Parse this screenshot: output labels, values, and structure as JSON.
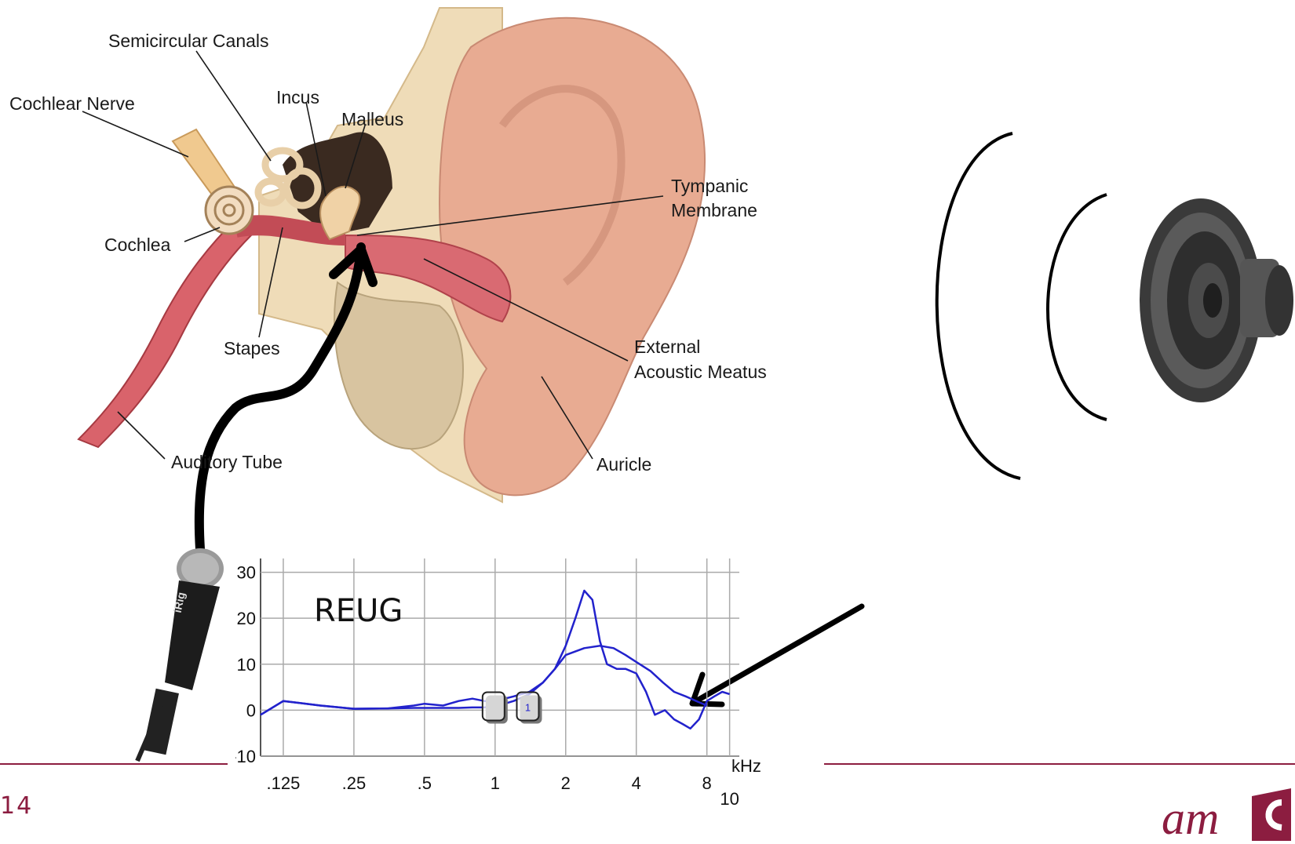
{
  "anatomy": {
    "labels": {
      "semicircular_canals": "Semicircular Canals",
      "cochlear_nerve": "Cochlear Nerve",
      "incus": "Incus",
      "malleus": "Malleus",
      "tympanic_membrane_1": "Tympanic",
      "tympanic_membrane_2": "Membrane",
      "cochlea": "Cochlea",
      "stapes": "Stapes",
      "external_meatus_1": "External",
      "external_meatus_2": "Acoustic Meatus",
      "auditory_tube": "Auditory Tube",
      "auricle": "Auricle"
    }
  },
  "microphone": {
    "brand": "iRig"
  },
  "slide": {
    "number": "14"
  },
  "logo": {
    "text": "am"
  },
  "colors": {
    "accent": "#8c1d40",
    "curve": "#2222cc",
    "arrow": "#000000"
  },
  "chart_data": {
    "type": "line",
    "title": "REUG",
    "xlabel": "kHz",
    "ylabel": "",
    "x_scale": "log",
    "x_ticks": [
      ".125",
      ".25",
      ".5",
      "1",
      "2",
      "4",
      "8",
      "10"
    ],
    "x_tick_values": [
      0.125,
      0.25,
      0.5,
      1,
      2,
      4,
      8,
      10
    ],
    "y_ticks": [
      "30",
      "20",
      "10",
      "0",
      "-10"
    ],
    "y_tick_values": [
      30,
      20,
      10,
      0,
      -10
    ],
    "ylim": [
      -10,
      33
    ],
    "xlim": [
      0.1,
      11
    ],
    "grid": true,
    "markers": [
      "",
      "1"
    ],
    "marker_x": [
      1.0,
      1.4
    ],
    "series": [
      {
        "x": [
          0.1,
          0.125,
          0.18,
          0.25,
          0.35,
          0.45,
          0.5,
          0.6,
          0.7,
          0.8,
          0.9,
          1.0,
          1.2,
          1.4,
          1.6,
          1.8,
          2.0,
          2.2,
          2.4,
          2.6,
          2.8,
          3.0,
          3.3,
          3.6,
          4.0,
          4.4,
          4.8,
          5.3,
          5.8,
          6.3,
          6.8,
          7.4,
          8.0,
          8.6,
          9.3,
          10.0
        ],
        "y": [
          -1,
          2,
          1,
          0.3,
          0.4,
          1,
          1.4,
          1,
          2,
          2.5,
          2,
          2,
          3,
          4,
          6,
          9,
          14,
          20,
          26,
          24,
          15,
          10,
          9,
          9,
          8,
          4,
          -1,
          0,
          -2,
          -3,
          -4,
          -2,
          2,
          3,
          4,
          3.5
        ]
      },
      {
        "x": [
          0.1,
          0.125,
          0.18,
          0.25,
          0.35,
          0.45,
          0.5,
          0.6,
          0.7,
          0.8,
          0.9,
          1.0,
          1.2,
          1.4,
          1.6,
          1.8,
          2.0,
          2.4,
          2.8,
          3.2,
          3.6,
          4.0,
          4.6,
          5.2,
          5.8,
          6.5,
          7.2,
          8.0
        ],
        "y": [
          -1,
          2,
          1,
          0.3,
          0.4,
          0.5,
          0.5,
          0.5,
          0.5,
          0.6,
          0.6,
          0.8,
          2,
          3.5,
          6,
          9,
          12,
          13.5,
          14,
          13.5,
          12,
          10.5,
          8.5,
          6,
          4,
          3,
          2,
          1
        ]
      }
    ]
  }
}
